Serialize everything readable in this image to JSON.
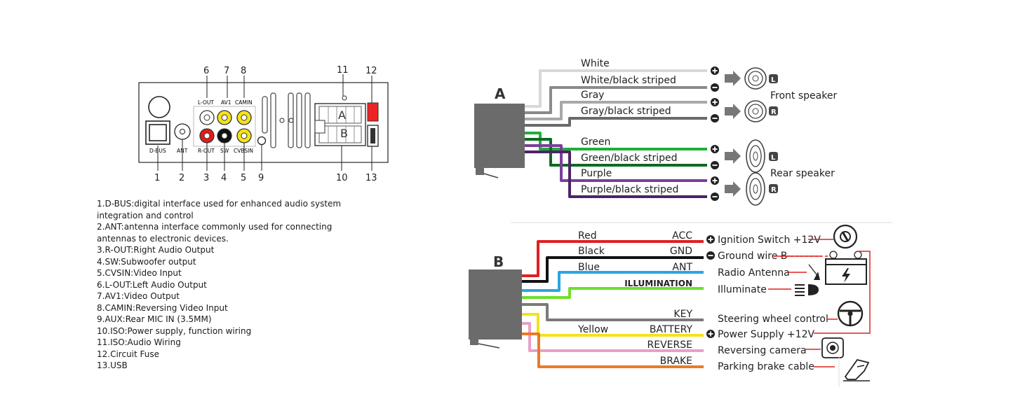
{
  "panel": {
    "top_numbers": [
      "6",
      "7",
      "8",
      "11",
      "12"
    ],
    "bottom_numbers": [
      "1",
      "2",
      "3",
      "4",
      "5",
      "9",
      "10",
      "13"
    ],
    "port_labels": {
      "dbus": "D-BUS",
      "ant": "ANT",
      "lout": "L-OUT",
      "av1": "AV1",
      "camin": "CAMIN",
      "rout": "R-OUT",
      "sw": "SW",
      "cvbsin": "CVBSIN"
    },
    "iso_a": "A",
    "iso_b": "B"
  },
  "legend": [
    "1.D-BUS:digital interface used for enhanced audio system",
    "integration and control",
    "2.ANT:antenna interface commonly used for connecting",
    "antennas to electronic devices.",
    "3.R-OUT:Right Audio Output",
    "4.SW:Subwoofer output",
    "5.CVSIN:Video Input",
    "6.L-OUT:Left Audio Output",
    "7.AV1:Video Output",
    "8.CAMIN:Reversing Video Input",
    "9.AUX:Rear MIC IN (3.5MM)",
    "10.ISO:Power supply, function wiring",
    "11.ISO:Audio Wiring",
    "12.Circuit Fuse",
    "13.USB"
  ],
  "connector_a": {
    "label": "A",
    "wires": [
      {
        "name": "White",
        "color": "#d8d8d8",
        "stripe": false,
        "sign": "+"
      },
      {
        "name": "White/black striped",
        "color": "#8a8a8a",
        "stripe": true,
        "sign": "−"
      },
      {
        "name": "Gray",
        "color": "#a8a8a8",
        "stripe": false,
        "sign": "+"
      },
      {
        "name": "Gray/black striped",
        "color": "#6a6a6a",
        "stripe": true,
        "sign": "−"
      },
      {
        "name": "Green",
        "color": "#1fae3a",
        "stripe": false,
        "sign": "+"
      },
      {
        "name": "Green/black striped",
        "color": "#0d6b22",
        "stripe": true,
        "sign": "−"
      },
      {
        "name": "Purple",
        "color": "#7a3f9a",
        "stripe": false,
        "sign": "+"
      },
      {
        "name": "Purple/black striped",
        "color": "#4e2466",
        "stripe": true,
        "sign": "−"
      }
    ],
    "front_speaker": "Front speaker",
    "rear_speaker": "Rear speaker",
    "left_badge": "L",
    "right_badge": "R"
  },
  "connector_b": {
    "label": "B",
    "wires": [
      {
        "color_name": "Red",
        "function": "ACC",
        "color": "#e02020",
        "device": "Ignition Switch +12V",
        "sign": "+"
      },
      {
        "color_name": "Black",
        "function": "GND",
        "color": "#111111",
        "device": "Ground wire B-",
        "sign": "−"
      },
      {
        "color_name": "Blue",
        "function": "ANT",
        "color": "#27a8e0",
        "device": "Radio Antenna",
        "sign": ""
      },
      {
        "color_name": "",
        "function": "ILLUMINATION",
        "color": "#6ee02a",
        "device": "Illuminate",
        "sign": ""
      },
      {
        "color_name": "",
        "function": "KEY",
        "color": "#7a7a7a",
        "device": "Steering wheel control",
        "sign": ""
      },
      {
        "color_name": "Yellow",
        "function": "BATTERY",
        "color": "#f3e21a",
        "device": "Power Supply +12V",
        "sign": "+"
      },
      {
        "color_name": "",
        "function": "REVERSE",
        "color": "#e8a0c8",
        "device": "Reversing camera",
        "sign": ""
      },
      {
        "color_name": "",
        "function": "BRAKE",
        "color": "#ea7a28",
        "device": "Parking brake cable",
        "sign": ""
      }
    ]
  },
  "icons": [
    "ignition-key-icon",
    "battery-icon",
    "antenna-icon",
    "headlight-icon",
    "steering-wheel-icon",
    "camera-icon",
    "brake-hand-icon",
    "speaker-icon"
  ]
}
